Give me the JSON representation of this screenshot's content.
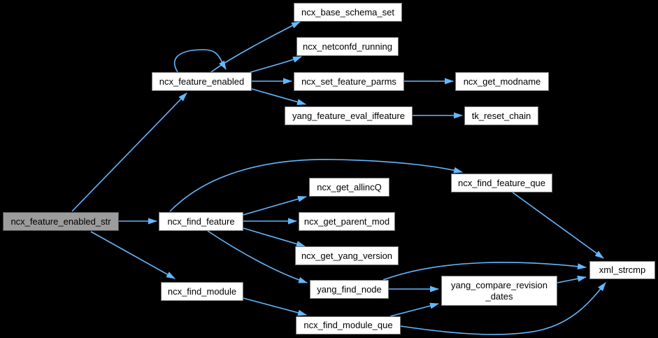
{
  "diagram": {
    "type": "call-graph",
    "background_color": "#000000",
    "edge_color": "#63b8ff",
    "node_fill_color": "#ffffff",
    "current_node_fill_color": "#9c9c9c",
    "nodes": [
      {
        "id": "ncx_feature_enabled_str",
        "label": "ncx_feature_enabled_str",
        "current": true
      },
      {
        "id": "ncx_feature_enabled",
        "label": "ncx_feature_enabled"
      },
      {
        "id": "ncx_base_schema_set",
        "label": "ncx_base_schema_set"
      },
      {
        "id": "ncx_netconfd_running",
        "label": "ncx_netconfd_running"
      },
      {
        "id": "ncx_set_feature_parms",
        "label": "ncx_set_feature_parms"
      },
      {
        "id": "ncx_get_modname",
        "label": "ncx_get_modname"
      },
      {
        "id": "yang_feature_eval_iffeature",
        "label": "yang_feature_eval_iffeature"
      },
      {
        "id": "tk_reset_chain",
        "label": "tk_reset_chain"
      },
      {
        "id": "ncx_find_feature",
        "label": "ncx_find_feature"
      },
      {
        "id": "ncx_find_feature_que",
        "label": "ncx_find_feature_que"
      },
      {
        "id": "ncx_get_allincQ",
        "label": "ncx_get_allincQ"
      },
      {
        "id": "ncx_get_parent_mod",
        "label": "ncx_get_parent_mod"
      },
      {
        "id": "ncx_get_yang_version",
        "label": "ncx_get_yang_version"
      },
      {
        "id": "yang_find_node",
        "label": "yang_find_node"
      },
      {
        "id": "yang_compare_revision_dates",
        "label": "yang_compare_revision\n_dates"
      },
      {
        "id": "xml_strcmp",
        "label": "xml_strcmp"
      },
      {
        "id": "ncx_find_module",
        "label": "ncx_find_module"
      },
      {
        "id": "ncx_find_module_que",
        "label": "ncx_find_module_que"
      }
    ],
    "edges": [
      {
        "from": "ncx_feature_enabled_str",
        "to": "ncx_feature_enabled"
      },
      {
        "from": "ncx_feature_enabled_str",
        "to": "ncx_find_feature"
      },
      {
        "from": "ncx_feature_enabled_str",
        "to": "ncx_find_module"
      },
      {
        "from": "ncx_feature_enabled",
        "to": "ncx_feature_enabled"
      },
      {
        "from": "ncx_feature_enabled",
        "to": "ncx_base_schema_set"
      },
      {
        "from": "ncx_feature_enabled",
        "to": "ncx_netconfd_running"
      },
      {
        "from": "ncx_feature_enabled",
        "to": "ncx_set_feature_parms"
      },
      {
        "from": "ncx_feature_enabled",
        "to": "yang_feature_eval_iffeature"
      },
      {
        "from": "ncx_set_feature_parms",
        "to": "ncx_get_modname"
      },
      {
        "from": "yang_feature_eval_iffeature",
        "to": "tk_reset_chain"
      },
      {
        "from": "ncx_find_feature",
        "to": "ncx_find_feature_que"
      },
      {
        "from": "ncx_find_feature",
        "to": "ncx_get_allincQ"
      },
      {
        "from": "ncx_find_feature",
        "to": "ncx_get_parent_mod"
      },
      {
        "from": "ncx_find_feature",
        "to": "ncx_get_yang_version"
      },
      {
        "from": "ncx_find_feature",
        "to": "yang_find_node"
      },
      {
        "from": "ncx_find_feature_que",
        "to": "xml_strcmp"
      },
      {
        "from": "yang_find_node",
        "to": "xml_strcmp"
      },
      {
        "from": "yang_find_node",
        "to": "yang_compare_revision_dates"
      },
      {
        "from": "yang_compare_revision_dates",
        "to": "xml_strcmp"
      },
      {
        "from": "ncx_find_module",
        "to": "ncx_find_module_que"
      },
      {
        "from": "ncx_find_module_que",
        "to": "yang_compare_revision_dates"
      },
      {
        "from": "ncx_find_module_que",
        "to": "xml_strcmp"
      }
    ]
  }
}
